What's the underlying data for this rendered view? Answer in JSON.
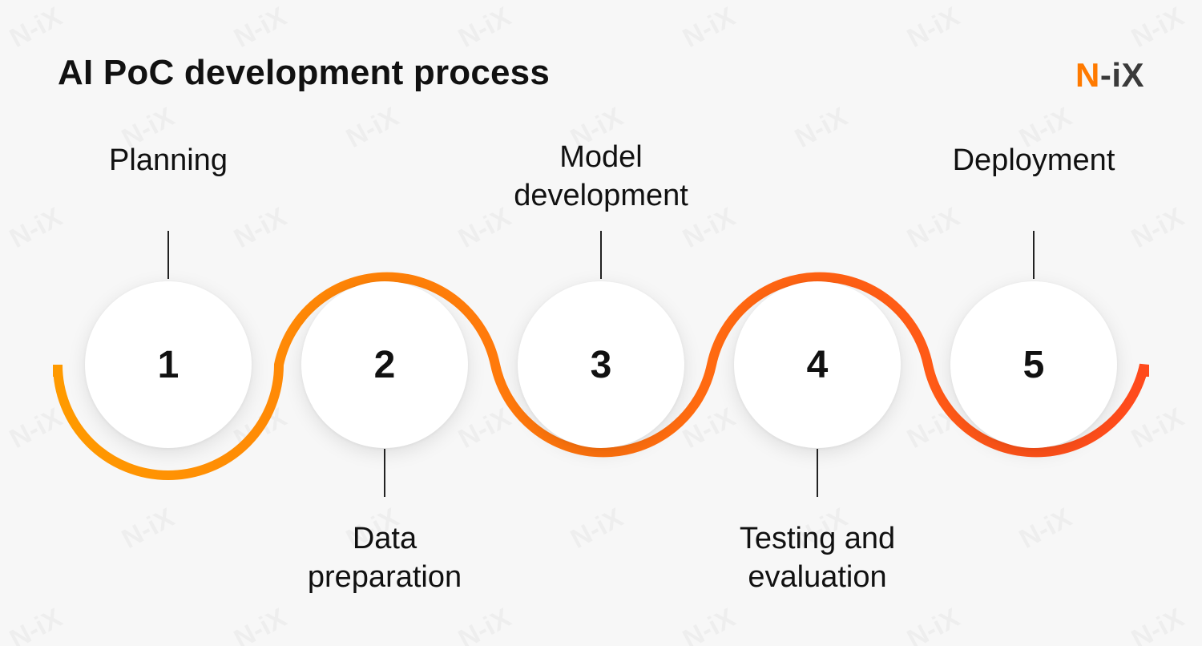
{
  "header": {
    "title": "AI PoC development process",
    "logo": {
      "accent": "N",
      "rest": "-iX",
      "accent_color": "#ff7a00"
    }
  },
  "watermark": "N-iX",
  "steps": [
    {
      "number": "1",
      "label": "Planning",
      "label_position": "top"
    },
    {
      "number": "2",
      "label": "Data\npreparation",
      "label_position": "bottom"
    },
    {
      "number": "3",
      "label": "Model\ndevelopment",
      "label_position": "top"
    },
    {
      "number": "4",
      "label": "Testing and\nevaluation",
      "label_position": "bottom"
    },
    {
      "number": "5",
      "label": "Deployment",
      "label_position": "top"
    }
  ],
  "colors": {
    "wave_start": "#ff9a00",
    "wave_end": "#ff4a1c",
    "circle": "#ffffff",
    "text": "#111111"
  }
}
